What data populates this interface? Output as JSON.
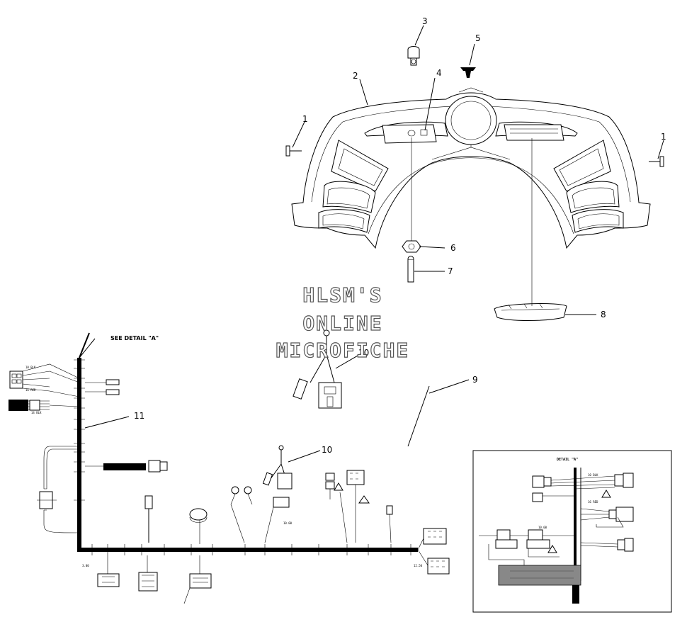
{
  "callouts": {
    "c1_left": "1",
    "c1_right": "1",
    "c2": "2",
    "c3": "3",
    "c4": "4",
    "c5": "5",
    "c6": "6",
    "c7": "7",
    "c8": "8",
    "c9": "9",
    "c10_upper": "10",
    "c10_lower": "10",
    "c11": "11"
  },
  "labels": {
    "see_detail": "SEE DETAIL \"A\"",
    "detail_title": "DETAIL \"A\""
  },
  "watermark": {
    "line1": "HLSM'S",
    "line2": "ONLINE",
    "line3": "MICROFICHE"
  }
}
